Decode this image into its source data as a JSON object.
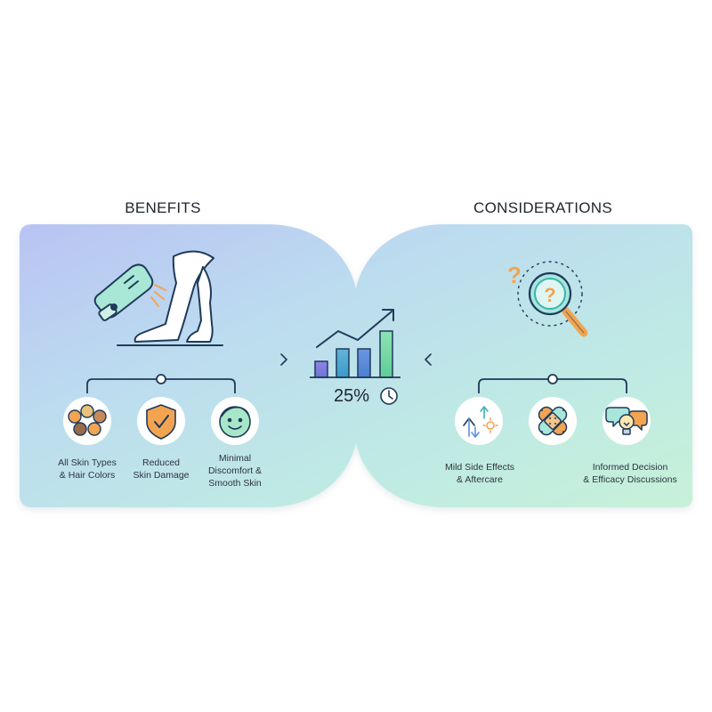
{
  "benefits": {
    "title": "BENEFITS",
    "items": [
      {
        "label": "All Skin Types\n& Hair Colors",
        "icon": "diverse-people-icon"
      },
      {
        "label": "Reduced\nSkin Damage",
        "icon": "shield-check-icon"
      },
      {
        "label": "Minimal\nDiscomfort &\nSmooth Skin",
        "icon": "smiling-face-icon"
      }
    ],
    "hero_icons": [
      "laser-device-icon",
      "legs-icon"
    ]
  },
  "considerations": {
    "title": "CONSIDERATIONS",
    "items": [
      {
        "label": "Mild Side Effects\n& Aftercare",
        "icon": "side-effects-icon"
      },
      {
        "label": "",
        "icon": "bandage-icon"
      },
      {
        "label": "Informed Decision\n& Efficacy Discussions",
        "icon": "speech-bubbles-lightbulb-icon"
      }
    ],
    "hero_icon": "magnifier-question-icon"
  },
  "center": {
    "percent": "25%",
    "icons": [
      "bar-chart-trend-icon",
      "clock-icon",
      "chevron-right-icon",
      "chevron-left-icon"
    ]
  },
  "colors": {
    "purple": "#7b7fd9",
    "blue": "#5c8fe0",
    "teal": "#3cb3b0",
    "green": "#7ad9a0",
    "orange": "#f2a451",
    "navy": "#1f3a5a"
  }
}
